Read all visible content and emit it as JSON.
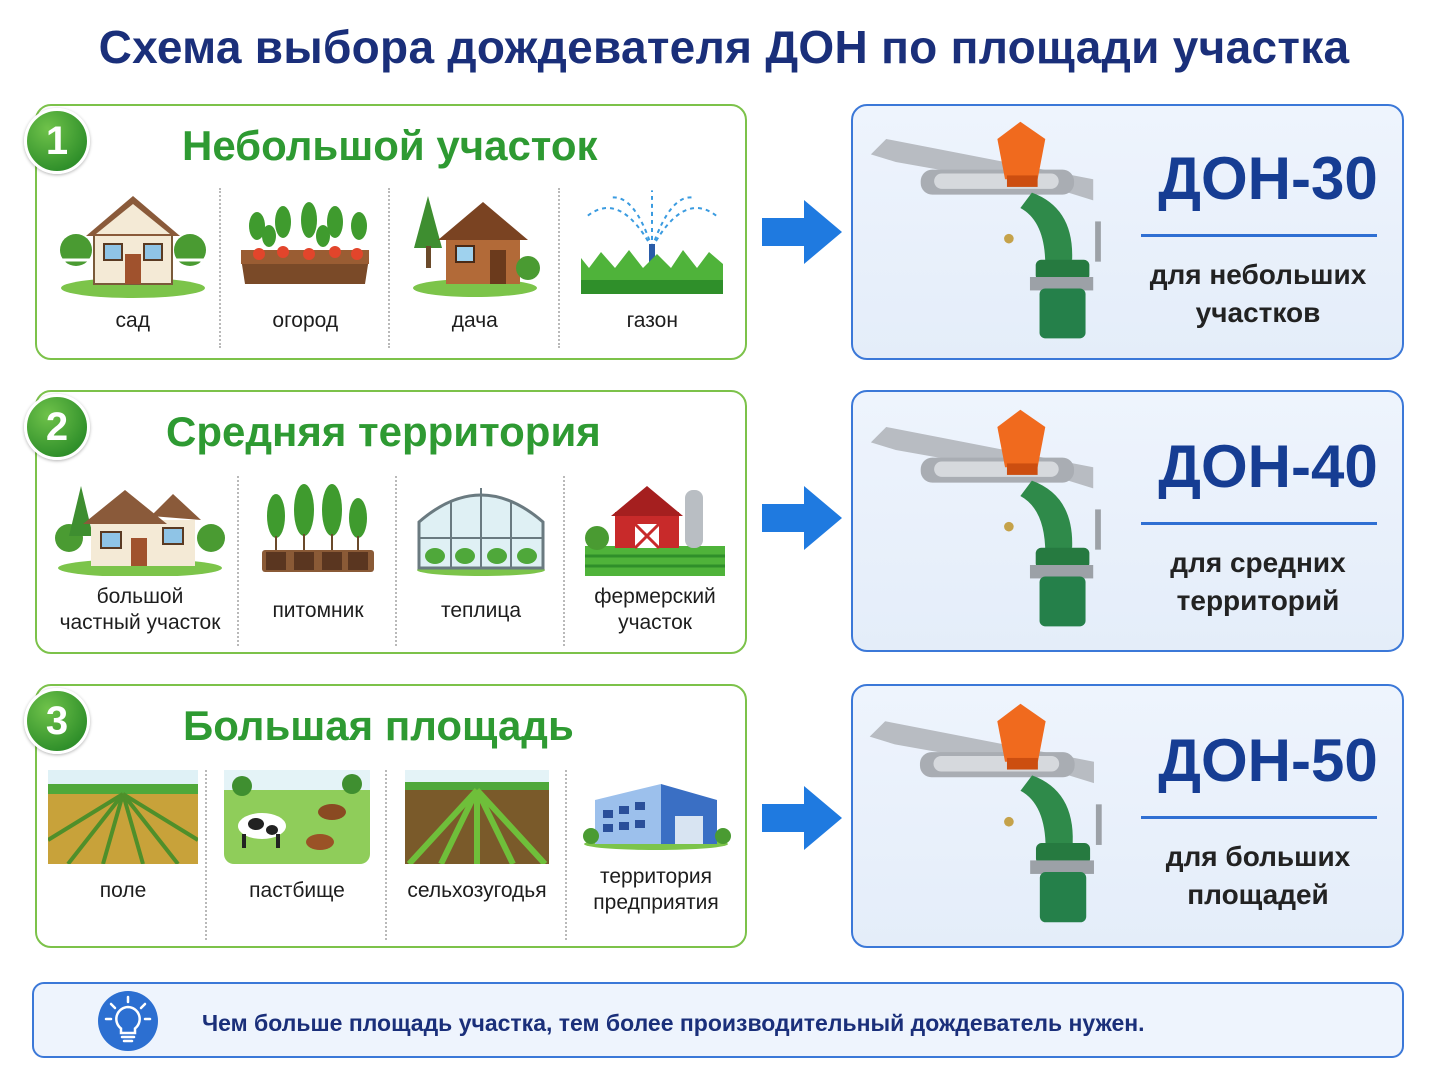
{
  "title": "Схема выбора дождевателя ДОН по площади участка",
  "sections": [
    {
      "number": "1",
      "title": "Небольшой участок",
      "items": [
        "сад",
        "огород",
        "дача",
        "газон"
      ],
      "model": "ДОН-30",
      "model_desc": "для небольших\nучастков"
    },
    {
      "number": "2",
      "title": "Средняя территория",
      "items": [
        "большой\nчастный участок",
        "питомник",
        "теплица",
        "фермерский\nучасток"
      ],
      "model": "ДОН-40",
      "model_desc": "для средних\nтерриторий"
    },
    {
      "number": "3",
      "title": "Большая площадь",
      "items": [
        "поле",
        "пастбище",
        "сельхозугодья",
        "территория\nпредприятия"
      ],
      "model": "ДОН-50",
      "model_desc": "для больших\nплощадей"
    }
  ],
  "tip": "Чем больше площадь участка, тем более производительный дождеватель нужен.",
  "icons": [
    "house-icon",
    "garden-bed-icon",
    "cottage-icon",
    "lawn-sprinkler-icon",
    "big-house-icon",
    "nursery-icon",
    "greenhouse-icon",
    "farm-icon",
    "field-icon",
    "pasture-icon",
    "farmland-icon",
    "factory-icon",
    "arrow-right-icon",
    "sprinkler-icon",
    "lightbulb-icon"
  ],
  "colors": {
    "title": "#1a2f7a",
    "section_title": "#2e9a32",
    "left_border": "#7cc24a",
    "right_border": "#3b78d8",
    "model_text": "#163d93",
    "arrow": "#1f7ae0"
  }
}
